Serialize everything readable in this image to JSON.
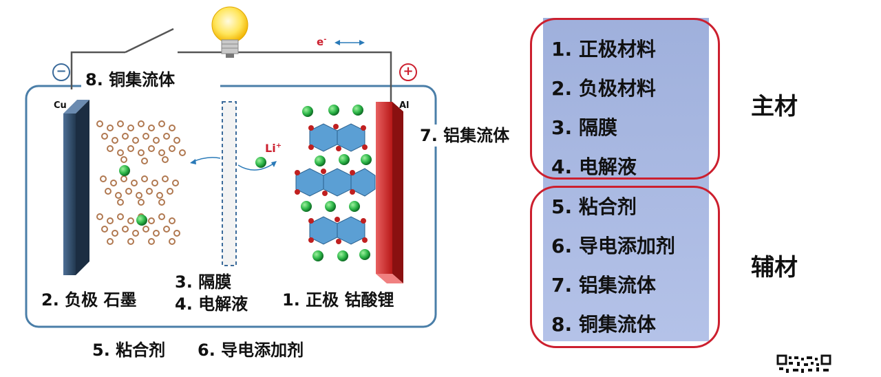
{
  "diagram": {
    "labels": {
      "copper_collector": "8. 铜集流体",
      "aluminum_collector": "7. 铝集流体",
      "anode": "2. 负极 石墨",
      "separator": "3. 隔膜",
      "electrolyte": "4. 电解液",
      "cathode": "1. 正极 钴酸锂",
      "binder": "5. 粘合剂",
      "conductive_agent": "6. 导电添加剂"
    },
    "tags": {
      "cu": "Cu",
      "al": "Al",
      "li_ion": "Li",
      "li_sup": "+",
      "electron": "e",
      "electron_sup": "-",
      "negative_sign": "−",
      "positive_sign": "+"
    },
    "colors": {
      "anode_plate": "#2e4a6b",
      "cathode_plate": "#d42b2b",
      "frame": "#4a7ea8",
      "electron_arrow": "#2a7ab8",
      "ring": "#cc1f2e"
    }
  },
  "material_list": {
    "items": [
      "1. 正极材料",
      "2. 负极材料",
      "3. 隔膜",
      "4. 电解液",
      "5. 粘合剂",
      "6. 导电添加剂",
      "7. 铝集流体",
      "8. 铜集流体"
    ],
    "groups": [
      {
        "label": "主材",
        "items": [
          "1. 正极材料",
          "2. 负极材料",
          "3. 隔膜",
          "4. 电解液"
        ]
      },
      {
        "label": "辅材",
        "items": [
          "5. 粘合剂",
          "6. 导电添加剂",
          "7. 铝集流体",
          "8. 铜集流体"
        ]
      }
    ]
  }
}
